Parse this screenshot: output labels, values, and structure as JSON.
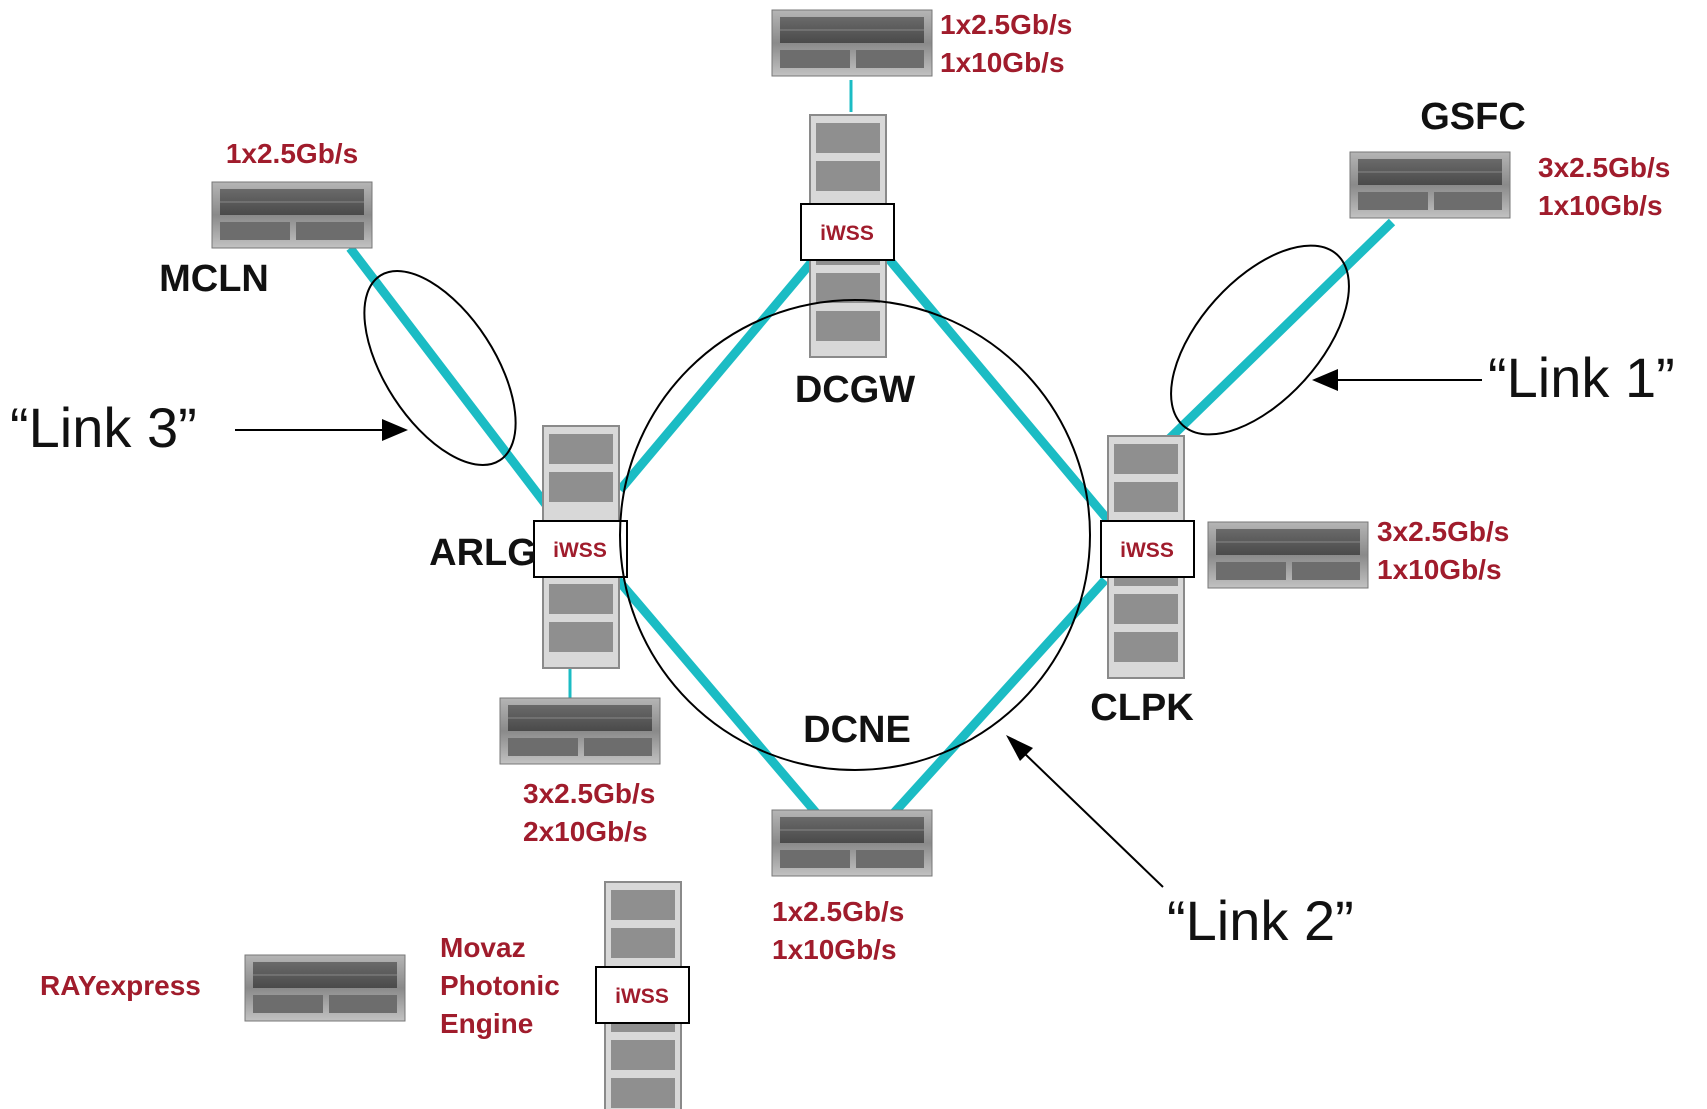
{
  "colors": {
    "fiber": "#1bbcc4",
    "rate_text": "#a01c2c",
    "label_text": "#111111",
    "chassis_body": "#8c8c8c",
    "chassis_slot": "#5a5a5a"
  },
  "sites": {
    "dcgw": "DCGW",
    "gsfc": "GSFC",
    "mcln": "MCLN",
    "arlg": "ARLG",
    "clpk": "CLPK",
    "dcne": "DCNE"
  },
  "rates": {
    "top_1": "1x2.5Gb/s",
    "top_2": "1x10Gb/s",
    "mcln_1": "1x2.5Gb/s",
    "gsfc_1": "3x2.5Gb/s",
    "gsfc_2": "1x10Gb/s",
    "clpk_1": "3x2.5Gb/s",
    "clpk_2": "1x10Gb/s",
    "arlg_1": "3x2.5Gb/s",
    "arlg_2": "2x10Gb/s",
    "dcne_1": "1x2.5Gb/s",
    "dcne_2": "1x10Gb/s"
  },
  "iwss_label": "iWSS",
  "links": {
    "link1": "“Link 1”",
    "link2": "“Link 2”",
    "link3": "“Link 3”"
  },
  "legend": {
    "rayexpress": "RAYexpress",
    "movaz_line1": "Movaz",
    "movaz_line2": "Photonic",
    "movaz_line3": "Engine"
  }
}
